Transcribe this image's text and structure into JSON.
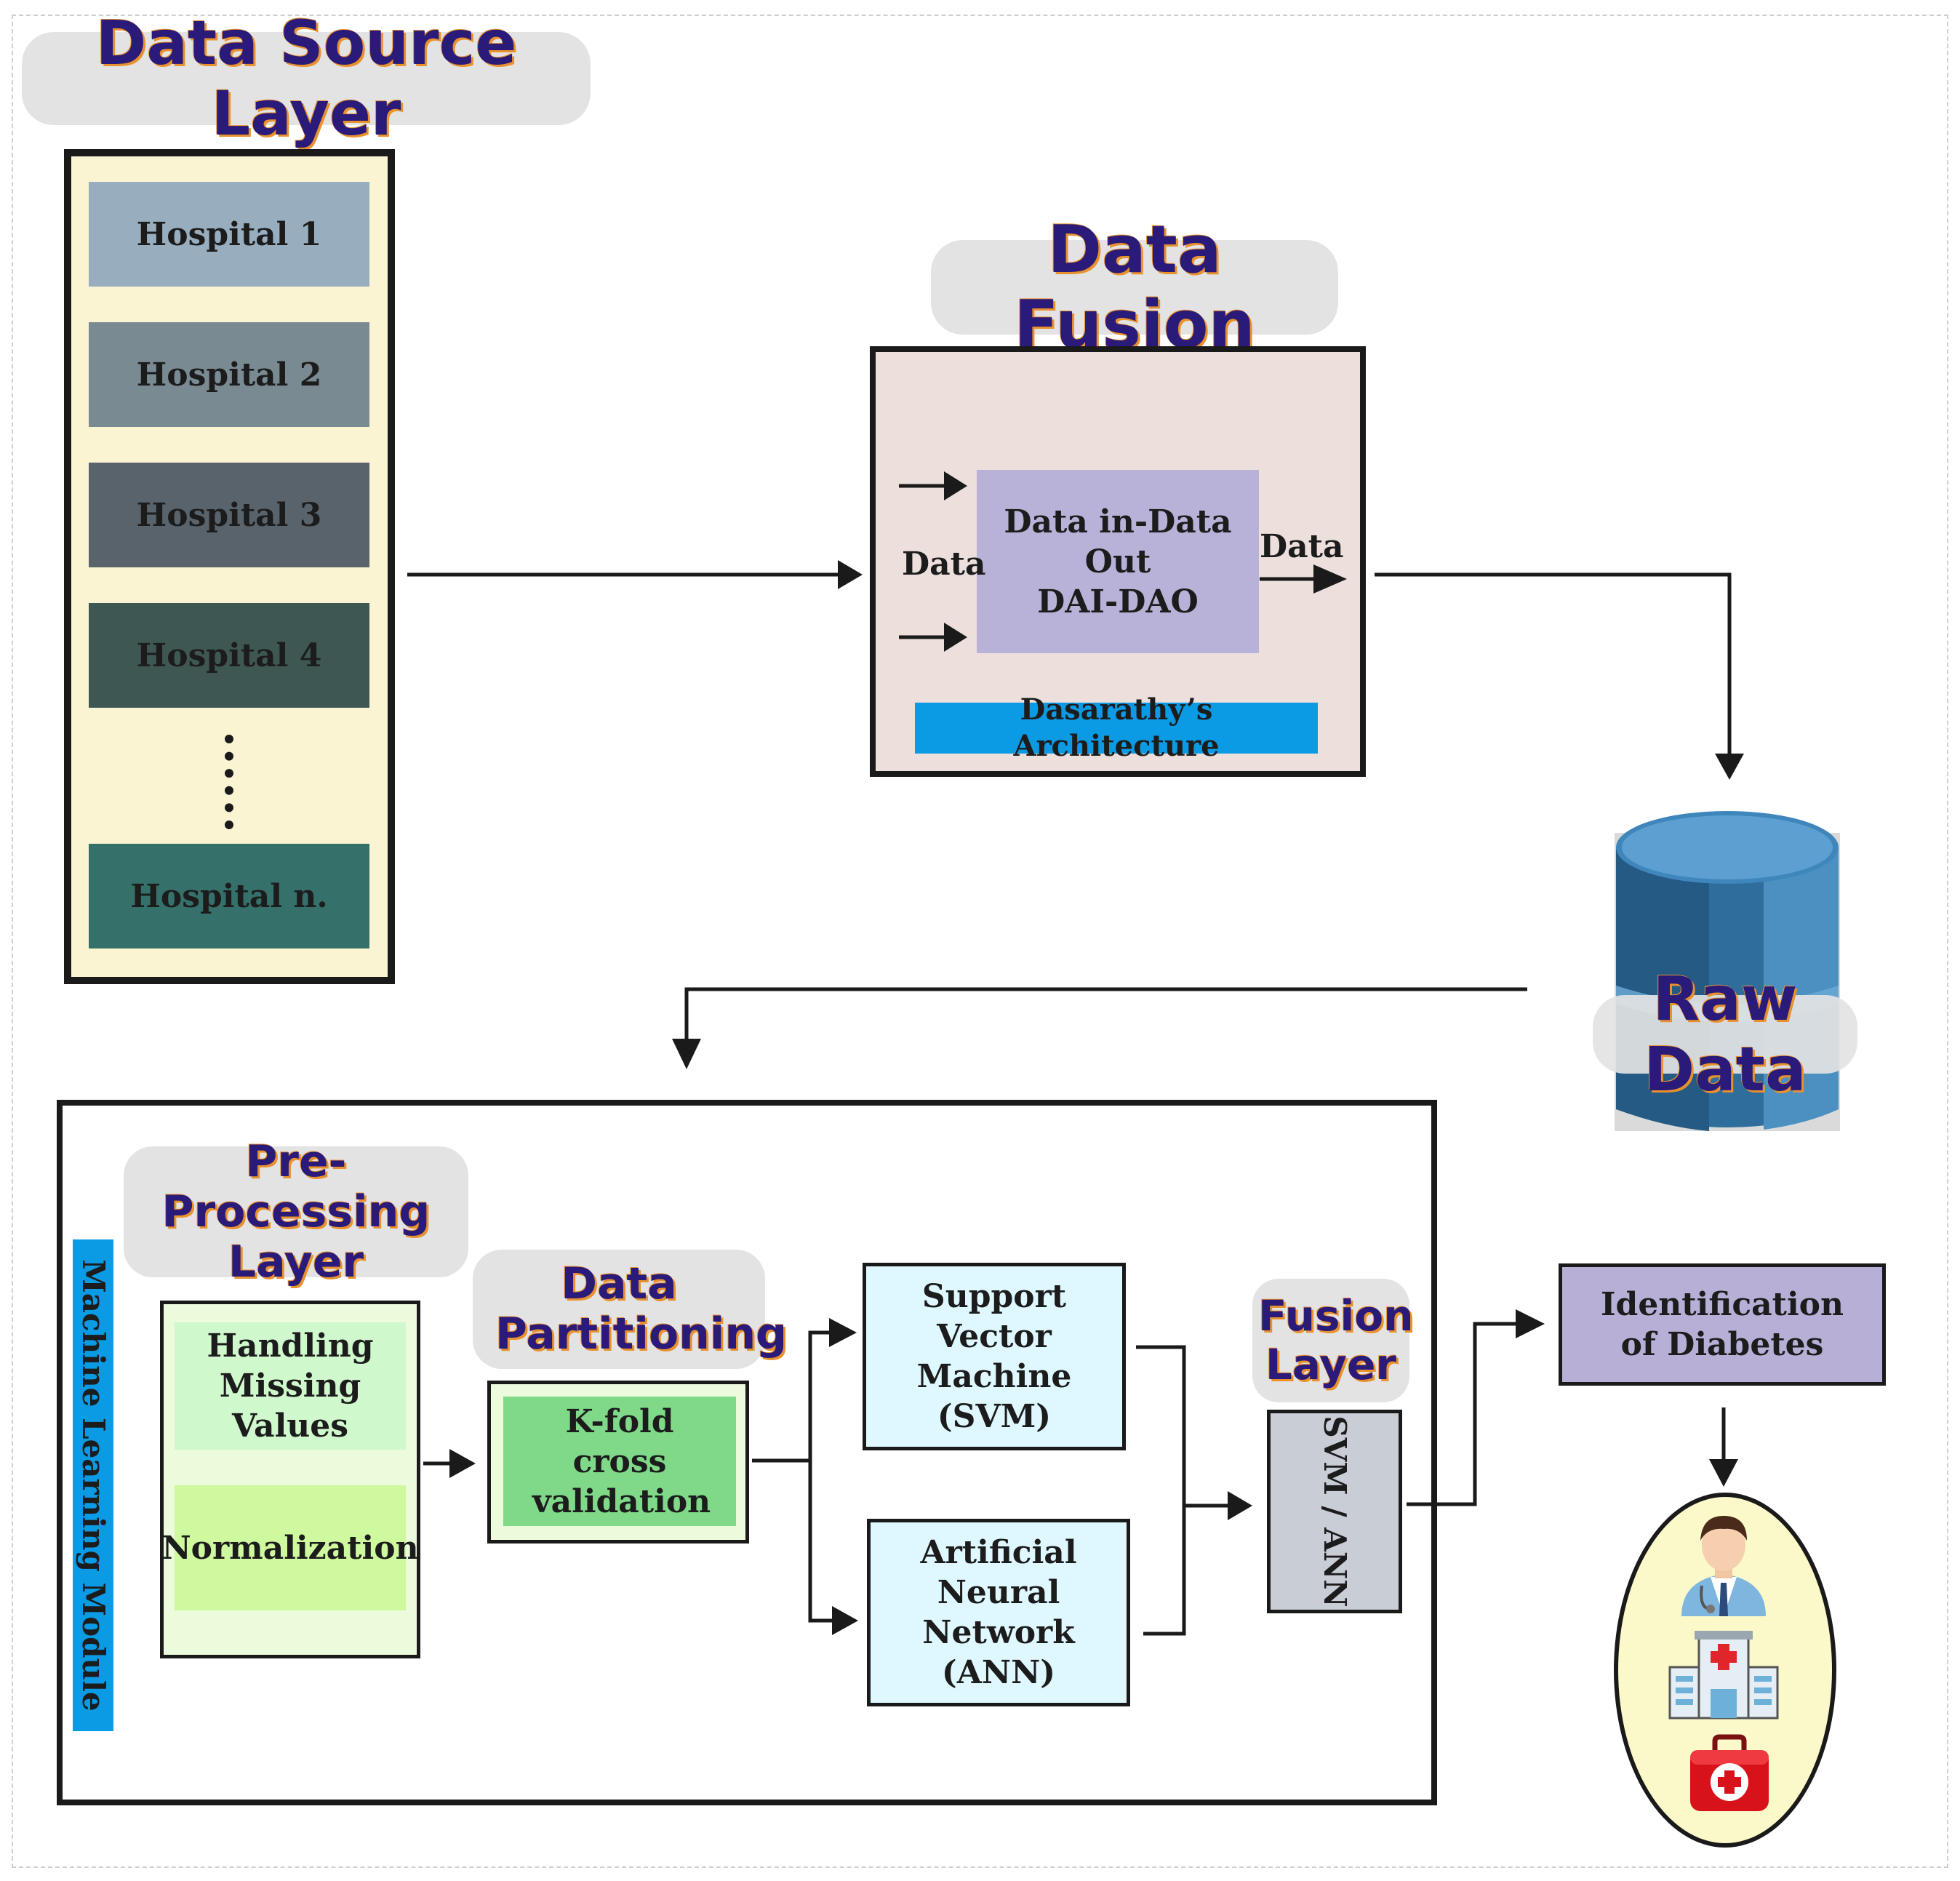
{
  "data_source": {
    "title": "Data Source Layer",
    "hospitals": [
      "Hospital 1",
      "Hospital 2",
      "Hospital 3",
      "Hospital 4",
      "Hospital n."
    ]
  },
  "data_fusion": {
    "title": "Data Fusion",
    "input_label": "Data",
    "output_label": "Data",
    "block_line1": "Data in-Data Out",
    "block_line2": "DAI-DAO",
    "architecture": "Dasarathy’s Architecture"
  },
  "raw_data": {
    "label": "Raw Data"
  },
  "ml_module": {
    "label": "Machine Learning Module",
    "preprocessing_title": "Pre-Processing Layer",
    "handling": "Handling Missing Values",
    "normalization": "Normalization",
    "partitioning_title": "Data Partitioning",
    "kfold": "K-fold cross validation",
    "svm": "Support Vector Machine (SVM)",
    "ann": "Artificial Neural Network (ANN)",
    "fusion_title": "Fusion Layer",
    "fusion_box": "SVM / ANN"
  },
  "output": {
    "identification": "Identification of Diabetes"
  },
  "icons": [
    "doctor-icon",
    "hospital-icon",
    "first-aid-kit-icon",
    "database-icon"
  ],
  "colors": {
    "title_text": "#2a1a7a",
    "title_shadow": "#e8912d",
    "hospital_1": "#98adbd",
    "hospital_2": "#7a8a92",
    "hospital_3": "#59636b",
    "hospital_4": "#3f5753",
    "hospital_n": "#36706a",
    "source_bg": "#fbf4d2",
    "fusion_bg": "#ecdfdc",
    "dai_block": "#b9b2d8",
    "architecture_bar": "#0b9ae4",
    "ml_side_bar": "#0b9ae4",
    "preproc_bg": "#ecfbdc",
    "handling_bg": "#cff8cc",
    "normalization_bg": "#cef99e",
    "kfold_bg": "#7fd989",
    "svm_ann_bg": "#dff8ff",
    "fusion_box_bg": "#c9cdd6",
    "identification_bg": "#b7afd6",
    "oval_bg": "#fbf9c9"
  }
}
